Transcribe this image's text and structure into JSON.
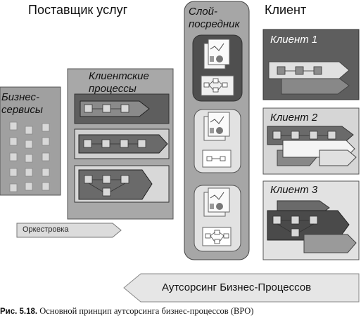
{
  "headings": {
    "provider": "Поставщик услуг",
    "intermediary_line1": "Слой-",
    "intermediary_line2": "посредник",
    "client": "Клиент"
  },
  "labels": {
    "business_services_line1": "Бизнес-",
    "business_services_line2": "сервисы",
    "client_processes_line1": "Клиентские",
    "client_processes_line2": "процессы",
    "orchestration": "Оркестровка",
    "client1": "Клиент 1",
    "client2": "Клиент 2",
    "client3": "Клиент 3",
    "bpo": "Аутсорсинг Бизнес-Процессов"
  },
  "caption": {
    "number": "Рис. 5.18.",
    "text": "Основной принцип аутсорсинга бизнес-процессов (BPO)"
  }
}
